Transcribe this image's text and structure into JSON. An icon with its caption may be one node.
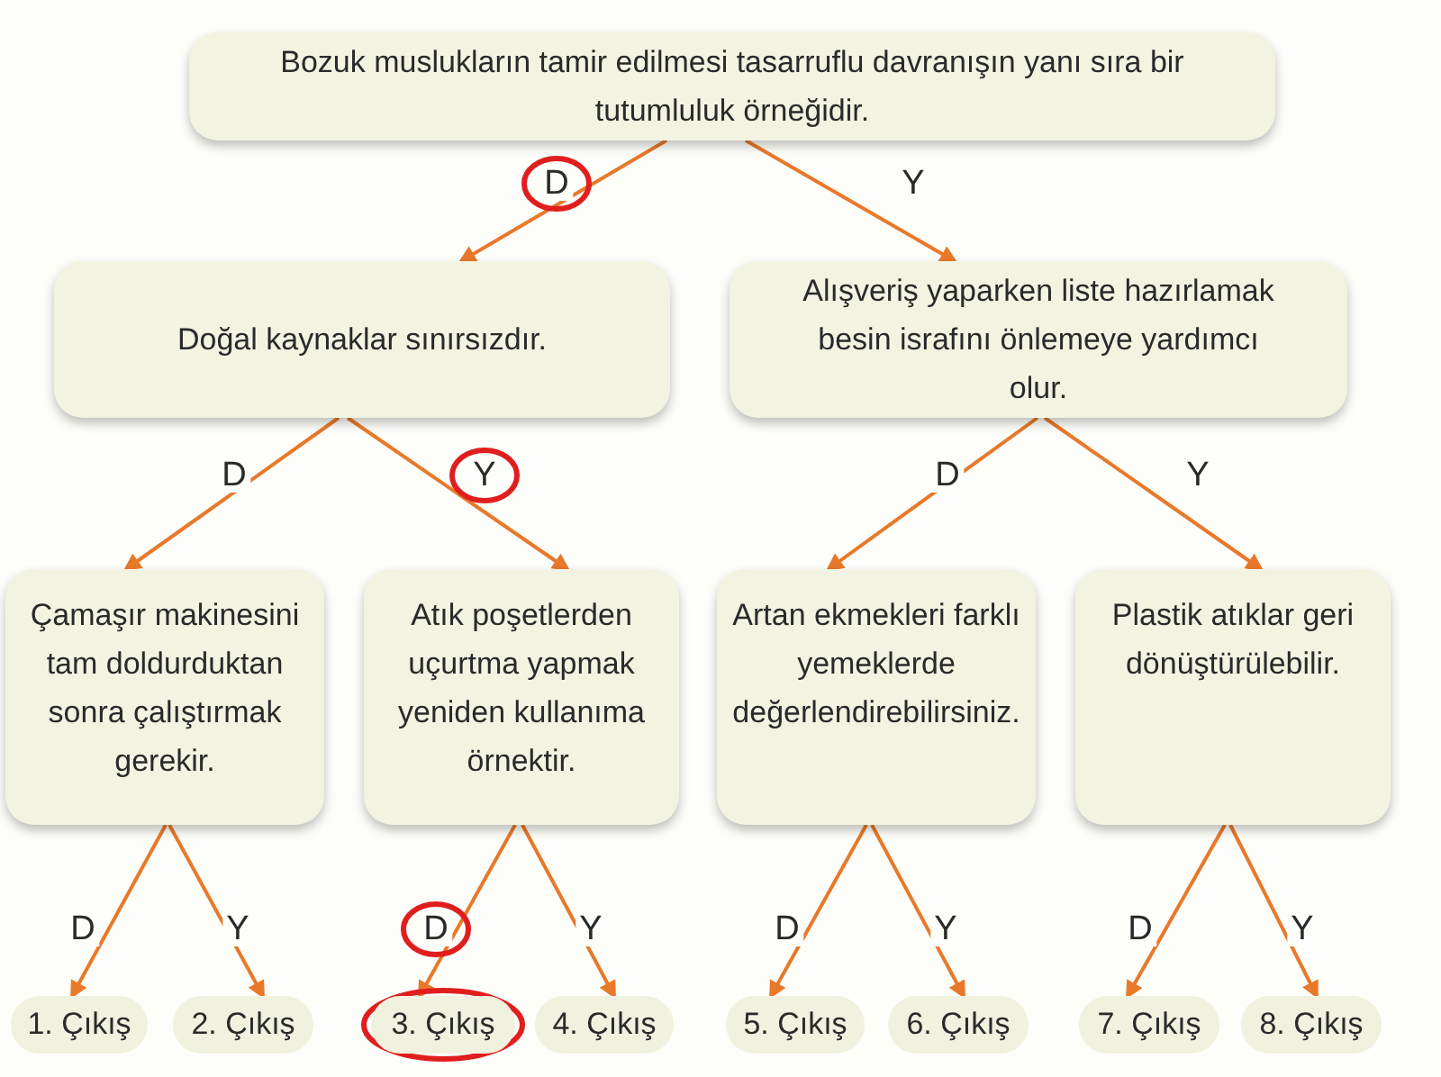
{
  "diagram": {
    "nodes": [
      {
        "text": [
          "Bozuk muslukların tamir edilmesi tasarruflu davranışın yanı sıra bir tutumluluk örneğidir."
        ]
      },
      {
        "text": [
          "Doğal kaynaklar sınırsızdır."
        ]
      },
      {
        "text": [
          "Alışveriş yaparken liste hazırlamak besin israfını önlemeye yardımcı olur."
        ]
      },
      {
        "text": [
          "Çamaşır makinesini tam doldurduktan sonra çalıştırmak gerekir."
        ]
      },
      {
        "text": [
          "Atık poşetlerden uçurtma yapmak yeniden kullanıma örnektir."
        ]
      },
      {
        "text": [
          "Artan ekmekleri farklı yemeklerde değerlendirebilirsiniz."
        ]
      },
      {
        "text": [
          "Plastik atıklar geri dönüştürülebilir."
        ]
      },
      {
        "text": [
          "1. Çıkış"
        ]
      },
      {
        "text": [
          "2. Çıkış"
        ]
      },
      {
        "text": [
          "3. Çıkış"
        ]
      },
      {
        "text": [
          "4. Çıkış"
        ]
      },
      {
        "text": [
          "5. Çıkış"
        ]
      },
      {
        "text": [
          "6. Çıkış"
        ]
      },
      {
        "text": [
          "7. Çıkış"
        ]
      },
      {
        "text": [
          "8. Çıkış"
        ]
      }
    ],
    "edges": [
      {
        "from": 0,
        "to": 1,
        "arrow": "to",
        "label": "D"
      },
      {
        "from": 0,
        "to": 2,
        "arrow": "to",
        "label": "Y"
      },
      {
        "from": 1,
        "to": 3,
        "arrow": "to",
        "label": "D"
      },
      {
        "from": 1,
        "to": 4,
        "arrow": "to",
        "label": "Y"
      },
      {
        "from": 2,
        "to": 5,
        "arrow": "to",
        "label": "D"
      },
      {
        "from": 2,
        "to": 6,
        "arrow": "to",
        "label": "Y"
      },
      {
        "from": 3,
        "to": 7,
        "arrow": "to",
        "label": "D"
      },
      {
        "from": 3,
        "to": 8,
        "arrow": "to",
        "label": "Y"
      },
      {
        "from": 4,
        "to": 9,
        "arrow": "to",
        "label": "D"
      },
      {
        "from": 4,
        "to": 10,
        "arrow": "to",
        "label": "Y"
      },
      {
        "from": 5,
        "to": 11,
        "arrow": "to",
        "label": "D"
      },
      {
        "from": 5,
        "to": 12,
        "arrow": "to",
        "label": "Y"
      },
      {
        "from": 6,
        "to": 13,
        "arrow": "to",
        "label": "D"
      },
      {
        "from": 6,
        "to": 14,
        "arrow": "to",
        "label": "Y"
      }
    ]
  }
}
